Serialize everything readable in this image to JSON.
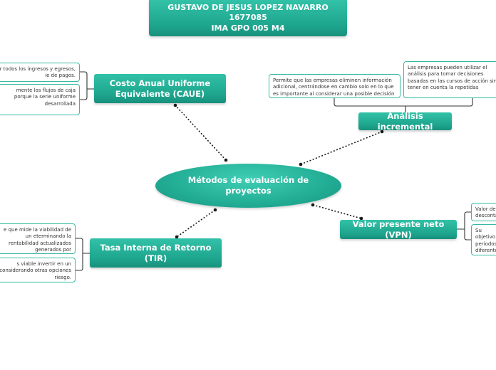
{
  "title": {
    "line1": "GUSTAVO DE JESUS LOPEZ NAVARRO 1677085",
    "line2": "IMA GPO 005 M4"
  },
  "central": {
    "label": "Métodos de evaluación de proyectos"
  },
  "topics": {
    "caue": {
      "label": "Costo Anual Uniforme Equivalente (CAUE)",
      "notes": [
        "r todos los ingresos y egresos, ie de pagos.",
        "mente los flujos de caja porque la serie uniforme desarrollada"
      ]
    },
    "tir": {
      "label": "Tasa Interna de Retorno (TIR)",
      "notes": [
        "e que mide la viabilidad de un eterminando la rentabilidad actualizados generados por",
        "s viable invertir en un considerando otras opciones riesgo."
      ]
    },
    "analisis_incremental": {
      "label": "Análisis incremental",
      "notes": [
        "Permite que las empresas eliminen información adicional, centrándose en cambio solo en lo que es importante al considerar una posible decisión",
        "Las empresas pueden utilizar el análisis para tomar decisiones basadas en las cursos de acción sin tener en cuenta la repetidas"
      ]
    },
    "vpn": {
      "label": "Valor presente neto (VPN)",
      "notes": [
        "Valor de descontar",
        "Su objetivo periodos diferentes conviene"
      ]
    }
  },
  "colors": {
    "node": "#22ad95",
    "note_border": "#36b9a2",
    "connector": "#1a1a1a",
    "bracket": "#333333"
  }
}
